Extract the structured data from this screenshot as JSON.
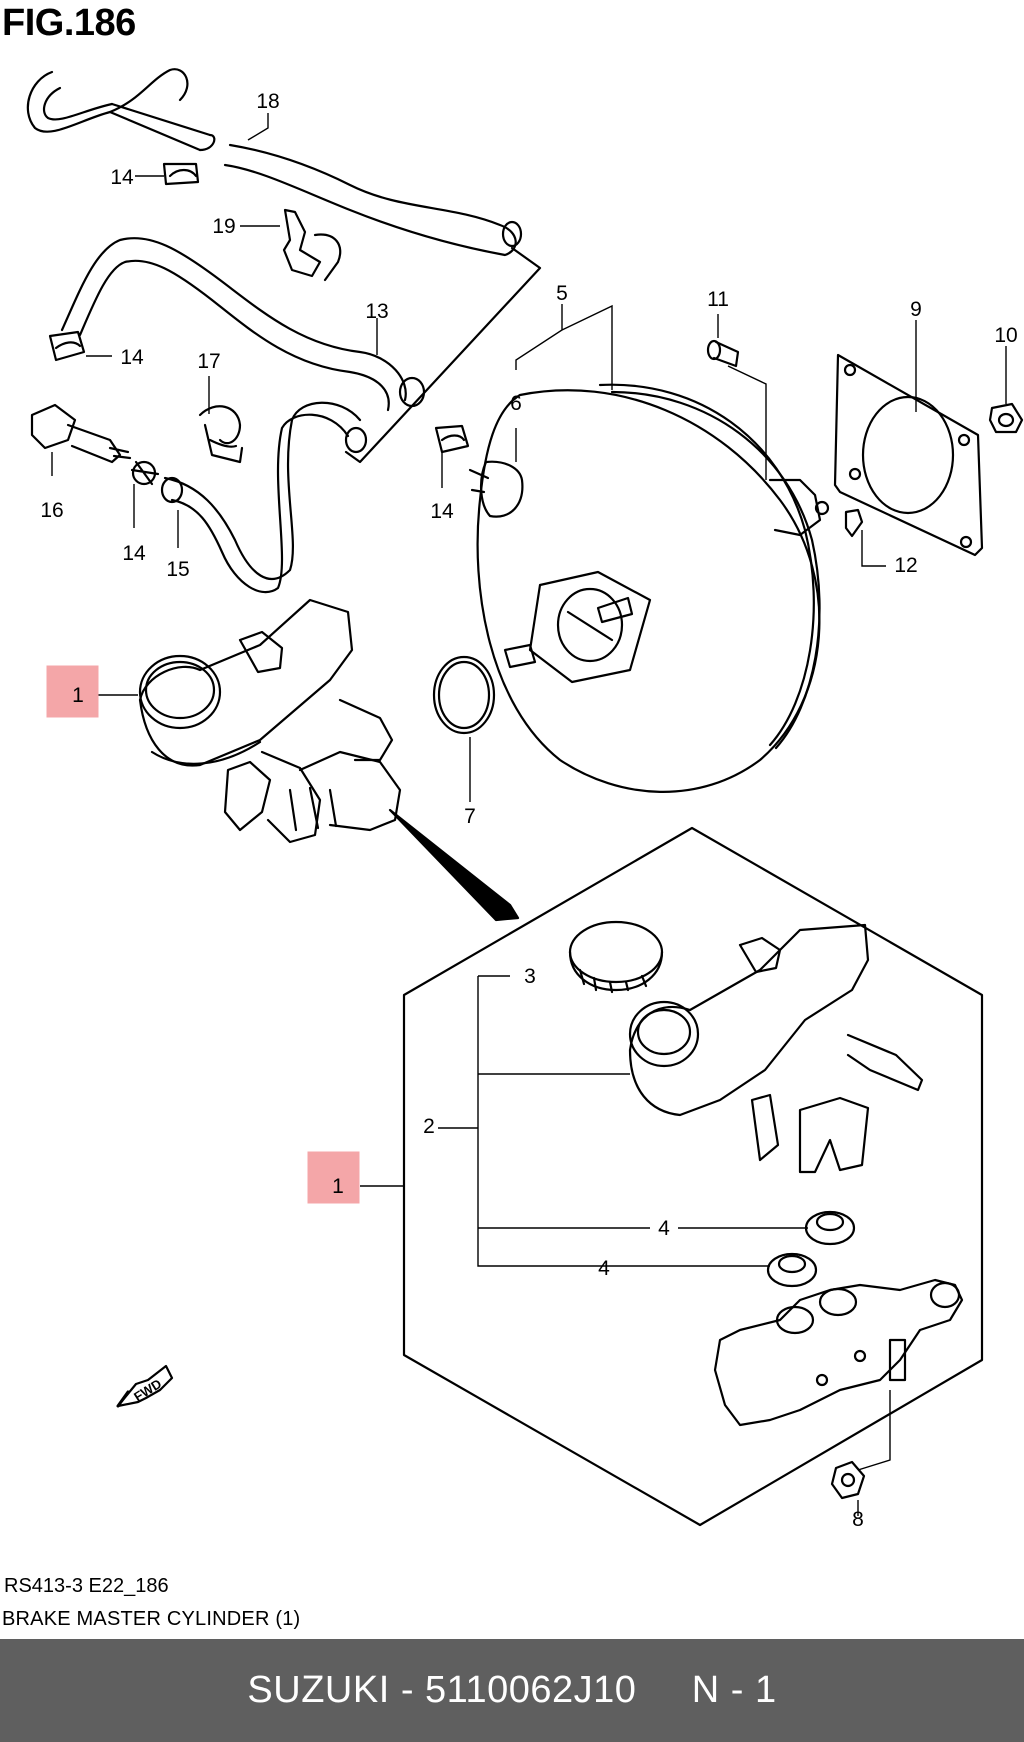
{
  "figure": {
    "title": "FIG.186"
  },
  "callouts": {
    "c18": "18",
    "c14a": "14",
    "c19": "19",
    "c13": "13",
    "c14b": "14",
    "c17": "17",
    "c16": "16",
    "c14c": "14",
    "c15": "15",
    "c14d": "14",
    "c5": "5",
    "c6": "6",
    "c11": "11",
    "c9": "9",
    "c10": "10",
    "c12": "12",
    "c7": "7",
    "c1_top": "1",
    "c3": "3",
    "c2": "2",
    "c1_bottom": "1",
    "c4a": "4",
    "c4b": "4",
    "c8": "8"
  },
  "fwd_label": "FWD",
  "highlight_color": "#f4a6a8",
  "caption": {
    "code": "RS413-3 E22_186",
    "description": "BRAKE MASTER CYLINDER (1)"
  },
  "footer": {
    "brand": "SUZUKI",
    "separator": " - ",
    "part_number": "5110062J10",
    "page": "N - 1",
    "bg_color": "#5f5f5f"
  }
}
